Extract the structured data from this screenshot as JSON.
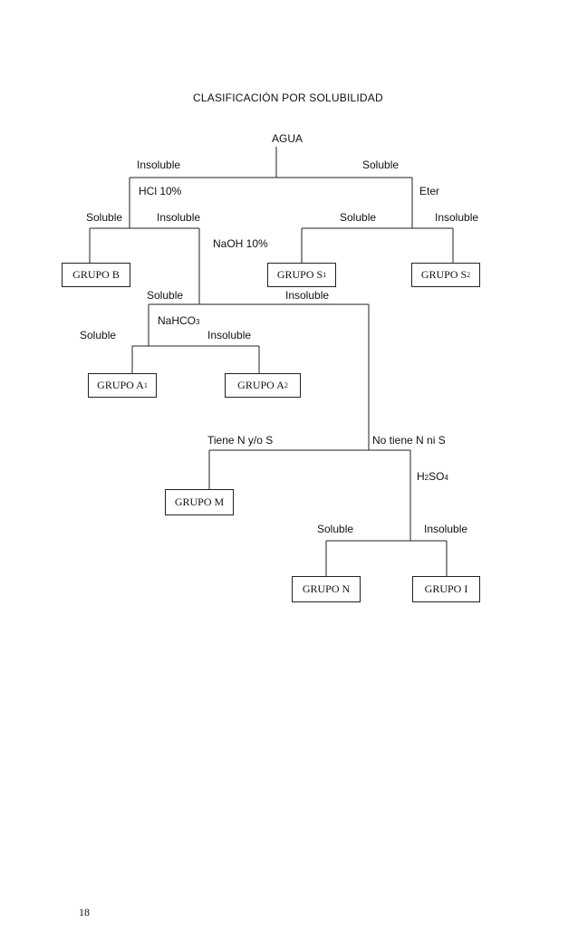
{
  "title": "CLASIFICACIÓN POR SOLUBILIDAD",
  "page_number": "18",
  "labels": {
    "agua": "AGUA",
    "insoluble_1": "Insoluble",
    "soluble_1": "Soluble",
    "hcl": "HCl 10%",
    "eter": "Eter",
    "soluble_2": "Soluble",
    "insoluble_2": "Insoluble",
    "soluble_3": "Soluble",
    "insoluble_3": "Insoluble",
    "naoh": "NaOH 10%",
    "soluble_4": "Soluble",
    "insoluble_4": "Insoluble",
    "nahco3_main": "NaHCO",
    "nahco3_sub": "3",
    "soluble_5": "Soluble",
    "insoluble_5": "Insoluble",
    "tiene_n_s": "Tiene N y/o S",
    "no_tiene_n_s": "No tiene N ni S",
    "h2so4_a": "H",
    "h2so4_sub1": "2",
    "h2so4_b": "SO",
    "h2so4_sub2": "4",
    "soluble_6": "Soluble",
    "insoluble_6": "Insoluble"
  },
  "boxes": {
    "grupo_b": "GRUPO B",
    "grupo_s1_main": "GRUPO S",
    "grupo_s1_sub": "1",
    "grupo_s2_main": "GRUPO S",
    "grupo_s2_sub": "2",
    "grupo_a1_main": "GRUPO A",
    "grupo_a1_sub": "1",
    "grupo_a2_main": "GRUPO A",
    "grupo_a2_sub": "2",
    "grupo_m": "GRUPO M",
    "grupo_n": "GRUPO N",
    "grupo_i": "GRUPO I"
  }
}
